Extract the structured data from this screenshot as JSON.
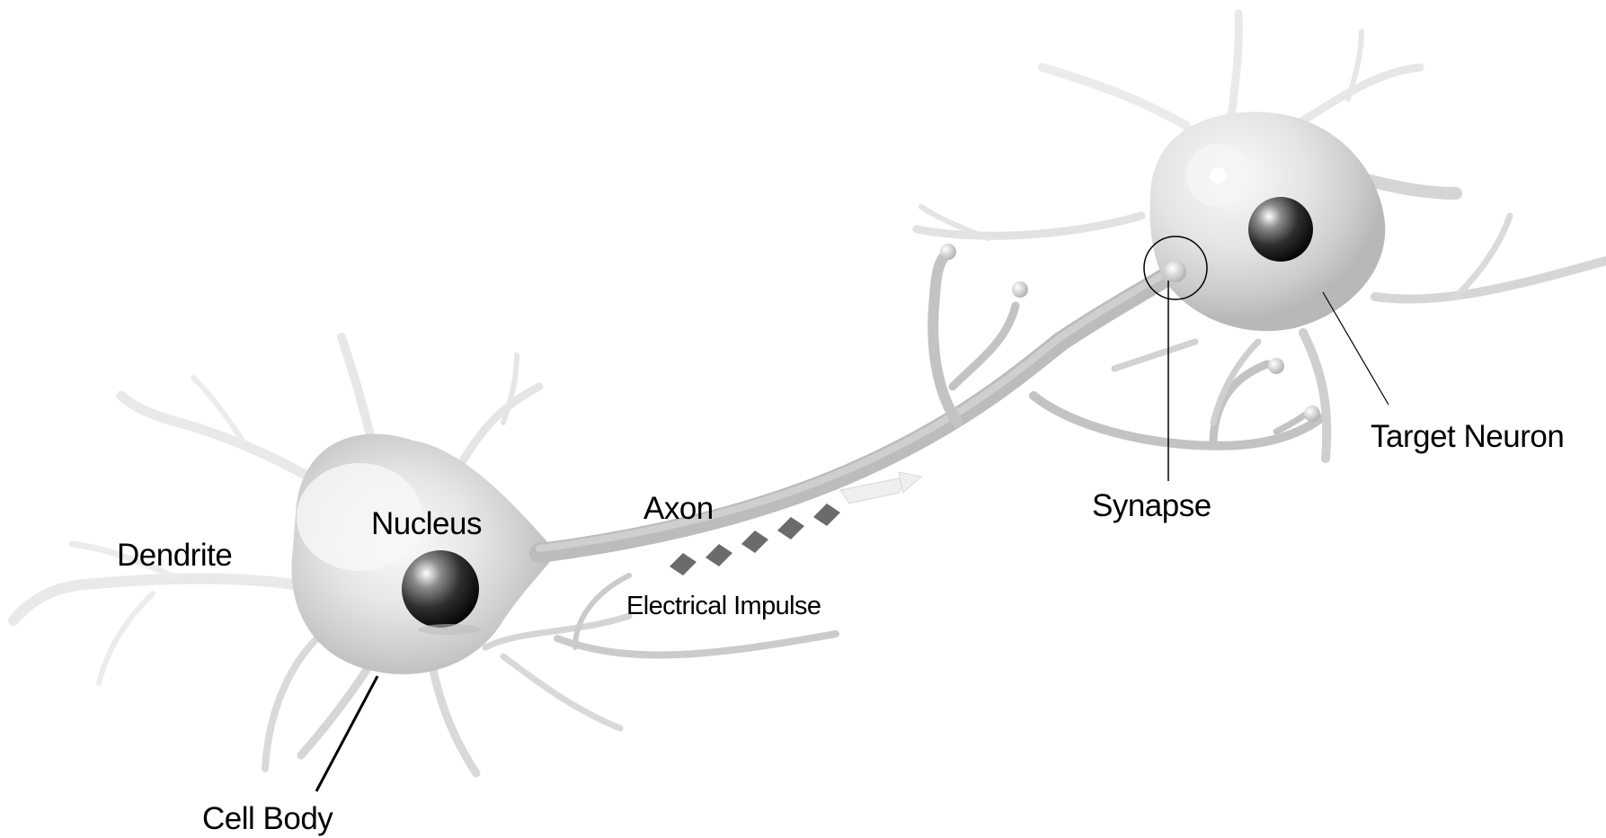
{
  "diagram": {
    "labels": {
      "dendrite": "Dendrite",
      "nucleus": "Nucleus",
      "cell_body": "Cell Body",
      "axon": "Axon",
      "electrical_impulse": "Electrical Impulse",
      "synapse": "Synapse",
      "target_neuron": "Target Neuron"
    }
  }
}
